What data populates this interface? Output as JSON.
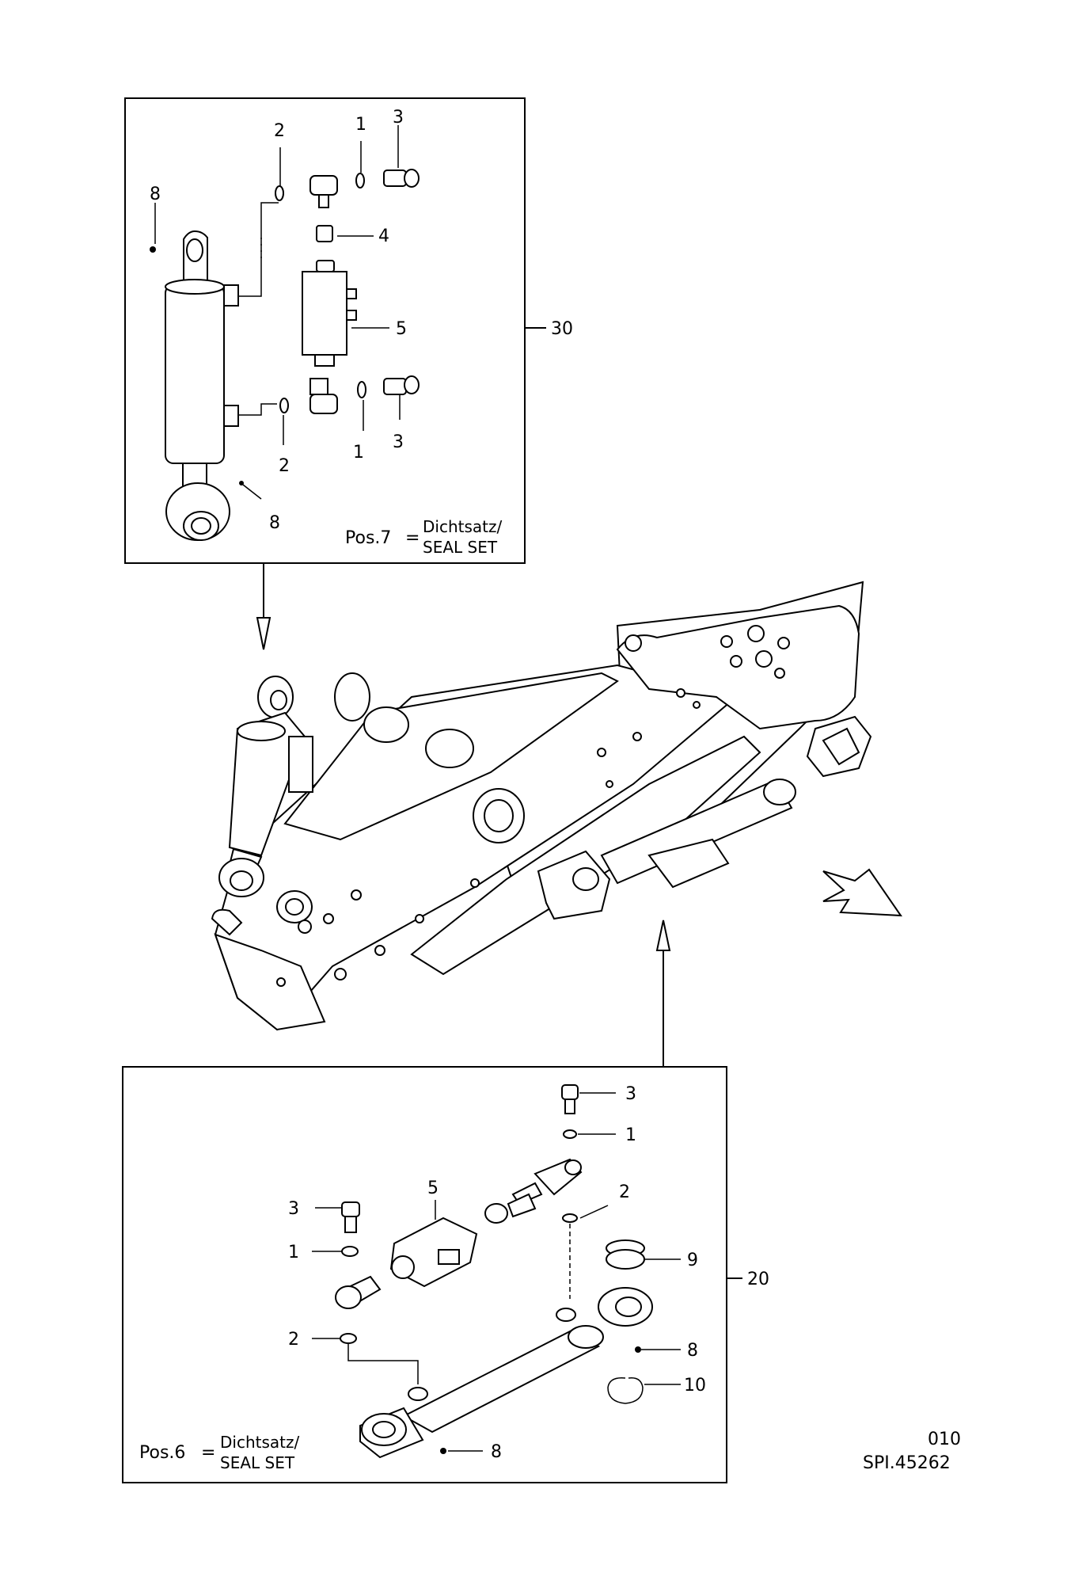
{
  "assembly_refs": {
    "upper": "30",
    "lower": "20"
  },
  "upper_box": {
    "labels": [
      "2",
      "1",
      "3",
      "8",
      "4",
      "5",
      "2",
      "1",
      "3",
      "8"
    ],
    "note": {
      "pos": "Pos.7",
      "eq": "=",
      "line1": "Dichtsatz/",
      "line2": "SEAL SET"
    }
  },
  "lower_box": {
    "labels": [
      "3",
      "1",
      "5",
      "2",
      "3",
      "1",
      "9",
      "2",
      "8",
      "10",
      "8"
    ],
    "note": {
      "pos": "Pos.6",
      "eq": "=",
      "line1": "Dichtsatz/",
      "line2": "SEAL SET"
    }
  },
  "footer": {
    "page": "010",
    "code": "SPI.45262"
  },
  "icons": [
    "direction-arrow-icon"
  ]
}
